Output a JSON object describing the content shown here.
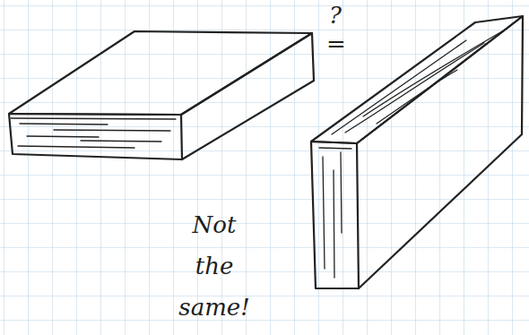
{
  "diagram": {
    "labels": [
      "?",
      "=",
      "Not the same!"
    ]
  }
}
